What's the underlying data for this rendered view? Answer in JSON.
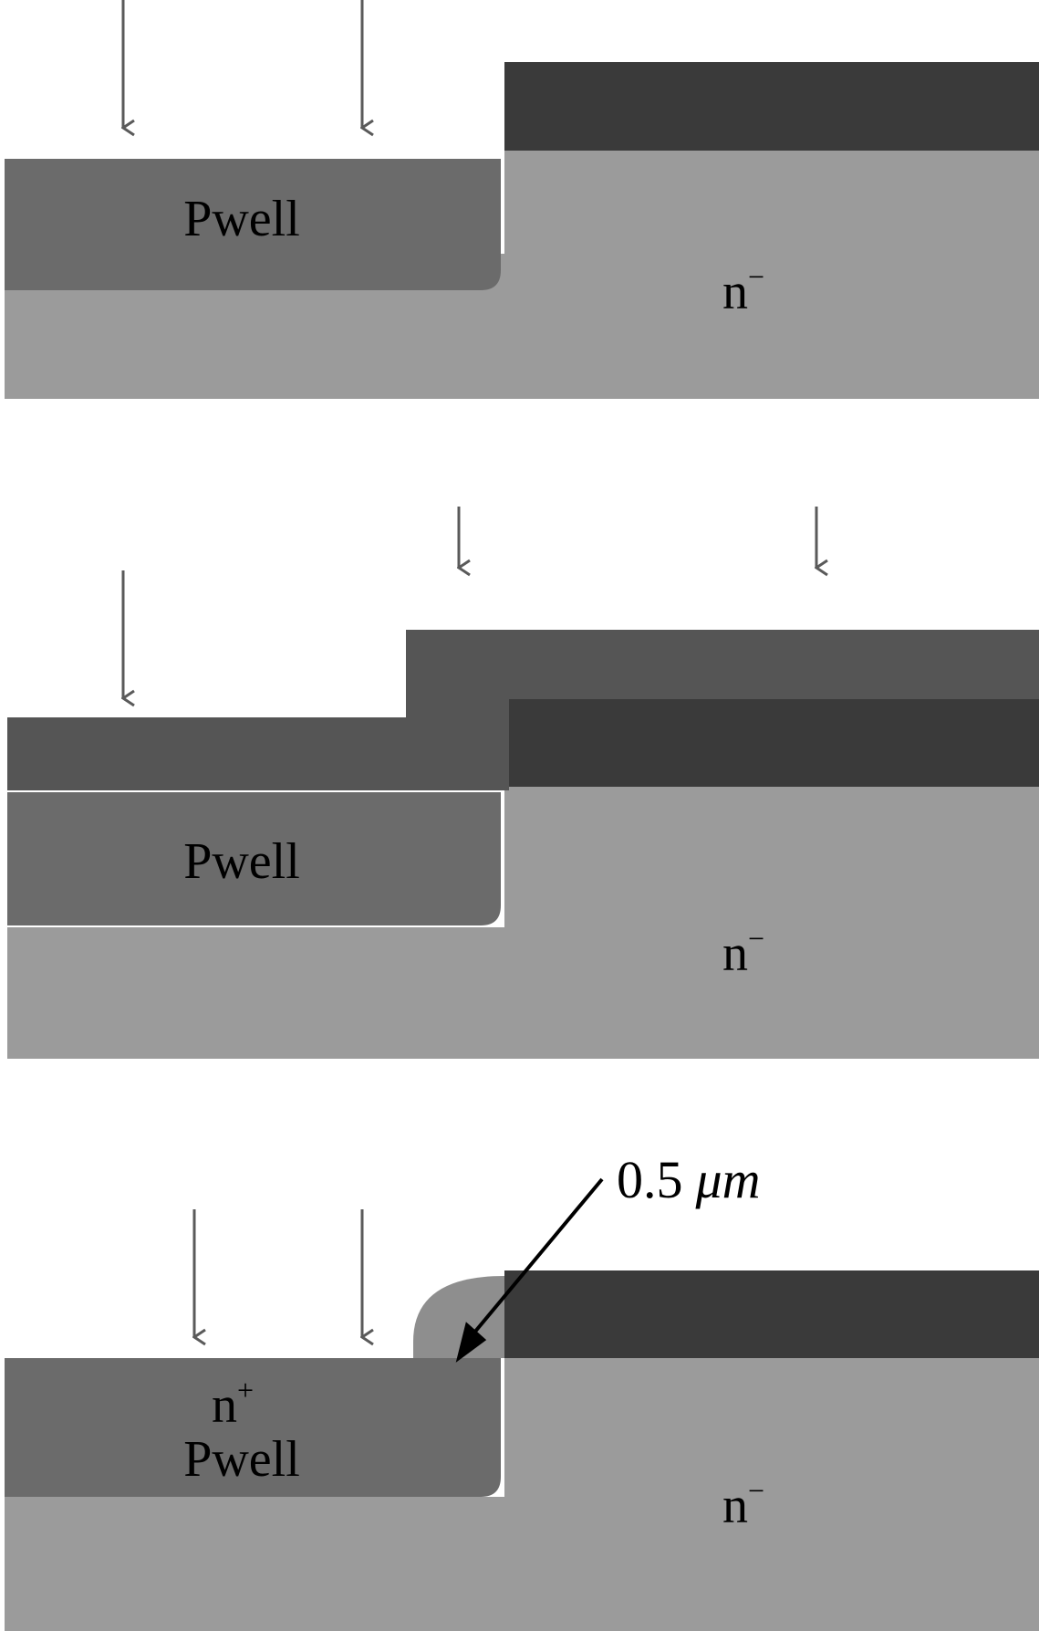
{
  "colors": {
    "background": "#ffffff",
    "substrate": "#9b9b9b",
    "pwell": "#6b6b6b",
    "mask": "#3a3a3a",
    "oxide": "#555555",
    "spacer": "#8e8e8e",
    "implant_arrow": "#5a5a5a",
    "pointer_arrow": "#000000"
  },
  "panels": [
    {
      "step": 1,
      "pwell_label": "Pwell",
      "substrate_label": "n",
      "substrate_label_sup": "−",
      "implant_arrow_icons": [
        "down-arrow-icon",
        "down-arrow-icon"
      ]
    },
    {
      "step": 2,
      "pwell_label": "Pwell",
      "substrate_label": "n",
      "substrate_label_sup": "−",
      "implant_arrow_icons": [
        "down-arrow-icon",
        "down-arrow-icon",
        "down-arrow-icon"
      ]
    },
    {
      "step": 3,
      "pwell_label": "Pwell",
      "nplus_label": "n",
      "nplus_label_sup": "+",
      "substrate_label": "n",
      "substrate_label_sup": "−",
      "spacer_width_value": "0.5",
      "spacer_width_unit": "μm",
      "implant_arrow_icons": [
        "down-arrow-icon",
        "down-arrow-icon"
      ]
    }
  ]
}
